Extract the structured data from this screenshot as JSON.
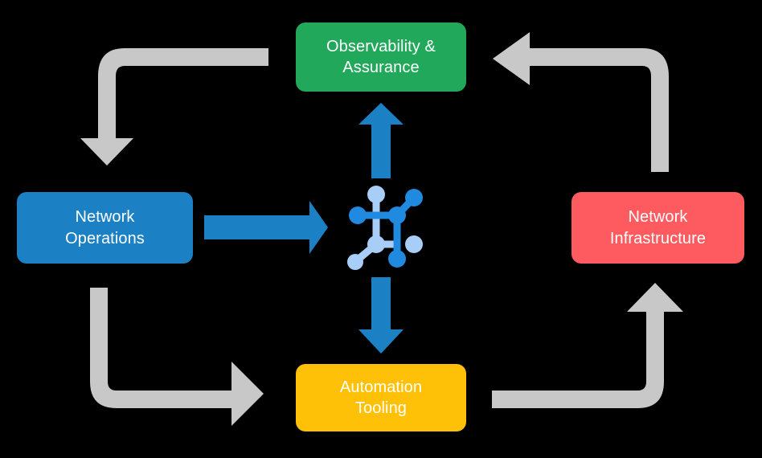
{
  "diagram": {
    "title": "Network automation lifecycle cycle diagram",
    "background_color": "#000000",
    "center": {
      "icon_name": "network-topology-icon",
      "accent_color_dark": "#1f8ae0",
      "accent_color_light": "#a8cef7"
    },
    "nodes": [
      {
        "id": "observability",
        "label": "Observability &\nAssurance",
        "color": "#22a85a",
        "position": "top"
      },
      {
        "id": "operations",
        "label": "Network\nOperations",
        "color": "#1b81c4",
        "position": "left"
      },
      {
        "id": "infrastructure",
        "label": "Network\nInfrastructure",
        "color": "#fd5b5f",
        "position": "right"
      },
      {
        "id": "automation",
        "label": "Automation\nTooling",
        "color": "#ffc107",
        "position": "bottom"
      }
    ],
    "hub_arrows": {
      "color": "#1b81c4",
      "items": [
        {
          "id": "operations-to-hub",
          "direction": "right",
          "name": "arrow-operations-to-hub"
        },
        {
          "id": "hub-to-observability",
          "direction": "up",
          "name": "arrow-hub-to-observability"
        },
        {
          "id": "hub-to-automation",
          "direction": "down",
          "name": "arrow-hub-to-automation"
        }
      ]
    },
    "cycle_arrows": {
      "color": "#c8c8c8",
      "items": [
        {
          "id": "observability-to-operations",
          "name": "arrow-observability-to-operations",
          "corner": "top-left",
          "points_to": "down"
        },
        {
          "id": "infrastructure-to-observability",
          "name": "arrow-infrastructure-to-observability",
          "corner": "top-right",
          "points_to": "left"
        },
        {
          "id": "operations-to-automation",
          "name": "arrow-operations-to-automation",
          "corner": "bottom-left",
          "points_to": "right"
        },
        {
          "id": "automation-to-infrastructure",
          "name": "arrow-automation-to-infrastructure",
          "corner": "bottom-right",
          "points_to": "up"
        }
      ]
    }
  }
}
